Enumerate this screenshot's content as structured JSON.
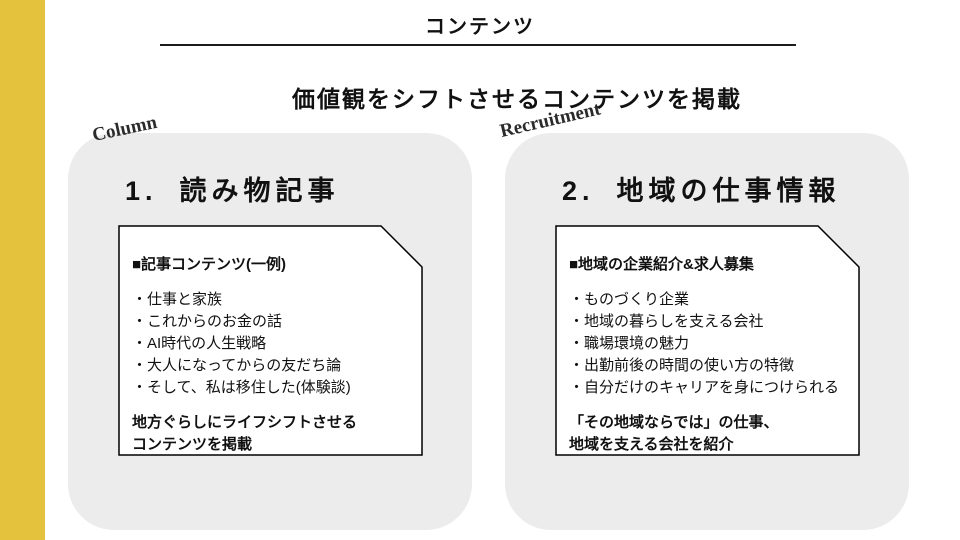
{
  "page": {
    "title": "コンテンツ",
    "subtitle": "価値観をシフトさせるコンテンツを掲載"
  },
  "colors": {
    "accent_bar": "#e4c23e",
    "card_bg": "#ececec",
    "text": "#111111"
  },
  "cards": [
    {
      "tag": "Column",
      "number": "1.",
      "heading": "読み物記事",
      "note": {
        "header": "■記事コンテンツ(一例)",
        "bullets": [
          "・仕事と家族",
          "・これからのお金の話",
          "・AI時代の人生戦略",
          "・大人になってからの友だち論",
          "・そして、私は移住した(体験談)"
        ],
        "footer_lines": [
          "地方ぐらしにライフシフトさせる",
          "コンテンツを掲載"
        ]
      }
    },
    {
      "tag": "Recruitment",
      "number": "2.",
      "heading": "地域の仕事情報",
      "note": {
        "header": "■地域の企業紹介&求人募集",
        "bullets": [
          "・ものづくり企業",
          "・地域の暮らしを支える会社",
          "・職場環境の魅力",
          "・出勤前後の時間の使い方の特徴",
          "・自分だけのキャリアを身につけられる"
        ],
        "footer_lines": [
          "「その地域ならでは」の仕事、",
          "地域を支える会社を紹介"
        ]
      }
    }
  ]
}
